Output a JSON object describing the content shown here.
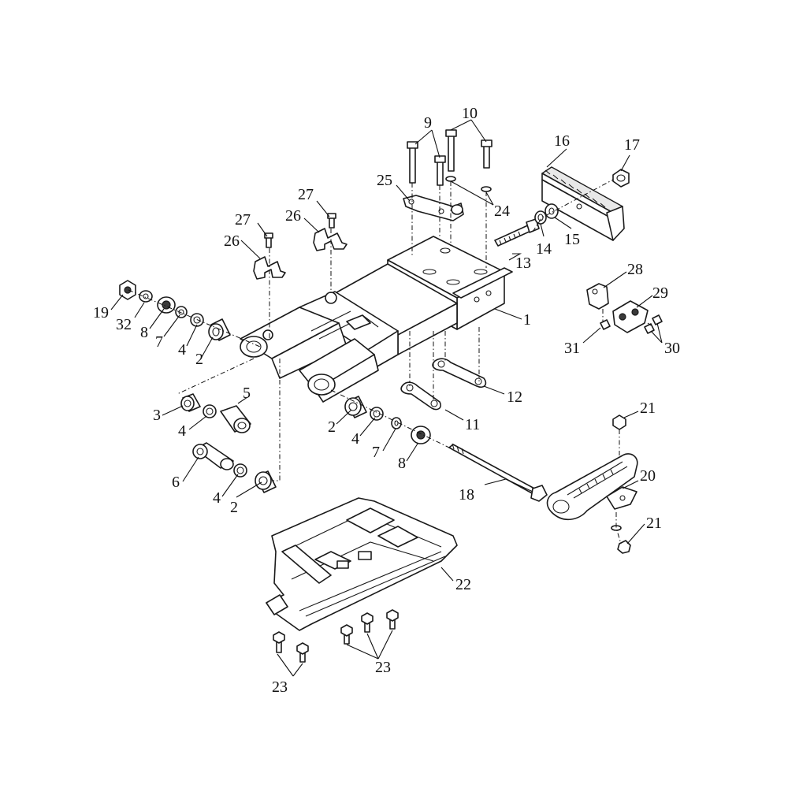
{
  "callouts": {
    "c1": "1",
    "c2a": "2",
    "c2b": "2",
    "c2c": "2",
    "c3": "3",
    "c4a": "4",
    "c4b": "4",
    "c4c": "4",
    "c4d": "4",
    "c5": "5",
    "c6": "6",
    "c7a": "7",
    "c7b": "7",
    "c8a": "8",
    "c8b": "8",
    "c9": "9",
    "c10": "10",
    "c11": "11",
    "c12": "12",
    "c13": "13",
    "c14": "14",
    "c15": "15",
    "c16": "16",
    "c17": "17",
    "c18": "18",
    "c19": "19",
    "c20": "20",
    "c21a": "21",
    "c21b": "21",
    "c22": "22",
    "c23a": "23",
    "c23b": "23",
    "c24": "24",
    "c25": "25",
    "c26a": "26",
    "c26b": "26",
    "c27a": "27",
    "c27b": "27",
    "c28": "28",
    "c29": "29",
    "c30": "30",
    "c31": "31",
    "c32": "32"
  },
  "colors": {
    "line": "#1a1a1a",
    "background": "#ffffff"
  }
}
